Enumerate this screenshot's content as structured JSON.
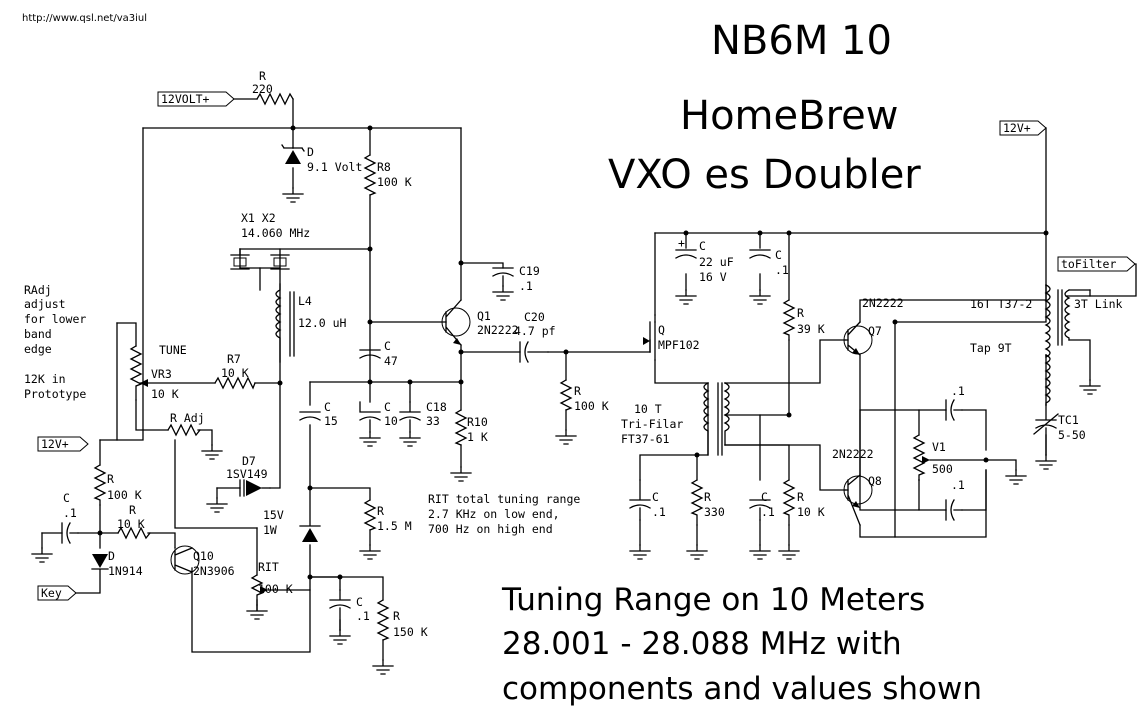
{
  "url": "http://www.qsl.net/va3iul",
  "title": {
    "line1": "NB6M 10",
    "line2": "HomeBrew",
    "line3": "VXO es Doubler"
  },
  "tuning_note": {
    "line1": "Tuning Range on 10 Meters",
    "line2": "28.001 - 28.088 MHz  with",
    "line3": "components and values shown"
  },
  "rit_note": {
    "line1": "RIT total tuning range",
    "line2": "2.7 KHz on low end,",
    "line3": "700 Hz on high end"
  },
  "radj_note": {
    "l1": "RAdj",
    "l2": "adjust",
    "l3": "for lower",
    "l4": "band",
    "l5": "edge",
    "l6": "12K in",
    "l7": "Prototype"
  },
  "ports": {
    "v12_top": "12VOLT+",
    "v12_right": "12V+",
    "to_filter": "toFilter",
    "v12_left": "12V+",
    "key": "Key"
  },
  "labels": {
    "r_name": "R",
    "r_220": "220",
    "d_name": "D",
    "d_val": "9.1 Volt",
    "r8_name": "R8",
    "r8_val": "100 K",
    "x1x2": "X1  X2",
    "xtal_freq": "14.060 MHz",
    "l4_name": "L4",
    "l4_val": "12.0 uH",
    "tune": "TUNE",
    "vr3": "VR3",
    "vr3_val": "10 K",
    "r7": "R7",
    "r7_val": "10 K",
    "radj": "R Adj",
    "c47_name": "C",
    "c47_val": "47",
    "c15_name": "C",
    "c15_val": "15",
    "c10_name": "C",
    "c10_val": "10",
    "c18_name": "C18",
    "c18_val": "33",
    "r10_name": "R10",
    "r10_val": "1 K",
    "c19_name": "C19",
    "c19_val": ".1",
    "q1_name": "Q1",
    "q1_type": "2N2222",
    "c20_name": "C20",
    "c20_val": "4.7 pf",
    "r100k_name": "R",
    "r100k_val": "100 K",
    "d7": "D7",
    "d7_type": "1SV149",
    "zener": "15V",
    "zener_w": "1W",
    "r15m_name": "R",
    "r15m_val": "1.5 M",
    "c_left_name": "C",
    "c_left_val": ".1",
    "r_left_name": "R",
    "r_left_val": "100 K",
    "r10k_name": "R",
    "r10k_val": "10 K",
    "d_left": "D",
    "d_left_type": "1N914",
    "q10": "Q10",
    "q10_type": "2N3906",
    "rit": "RIT",
    "rit_val": "100 K",
    "c_rit_name": "C",
    "c_rit_val": ".1",
    "r150_name": "R",
    "r150_val": "150 K",
    "c22_name": "C",
    "c22_val": "22 uF",
    "c22_v": "16 V",
    "c_top_name": "C",
    "c_top_val": ".1",
    "q_fet": "Q",
    "q_fet_type": "MPF102",
    "r39_name": "R",
    "r39_val": "39 K",
    "q7_type": "2N2222",
    "q7_name": "Q7",
    "t16": "16T T37-2",
    "link": "3T Link",
    "tap": "Tap 9T",
    "tri_1": "10 T",
    "tri_2": "Tri-Filar",
    "tri_3": "FT37-61",
    "c_tri_name": "C",
    "c_tri_val": ".1",
    "r330_name": "R",
    "r330_val": "330",
    "c_b2_name": "C",
    "c_b2_val": ".1",
    "r10k_b_name": "R",
    "r10k_b_val": "10 K",
    "q8_type": "2N2222",
    "q8_name": "Q8",
    "v1": "V1",
    "v1_val": "500",
    "c_v1a": ".1",
    "c_v1b": ".1",
    "tc1": "TC1",
    "tc1_val": "5-50"
  }
}
